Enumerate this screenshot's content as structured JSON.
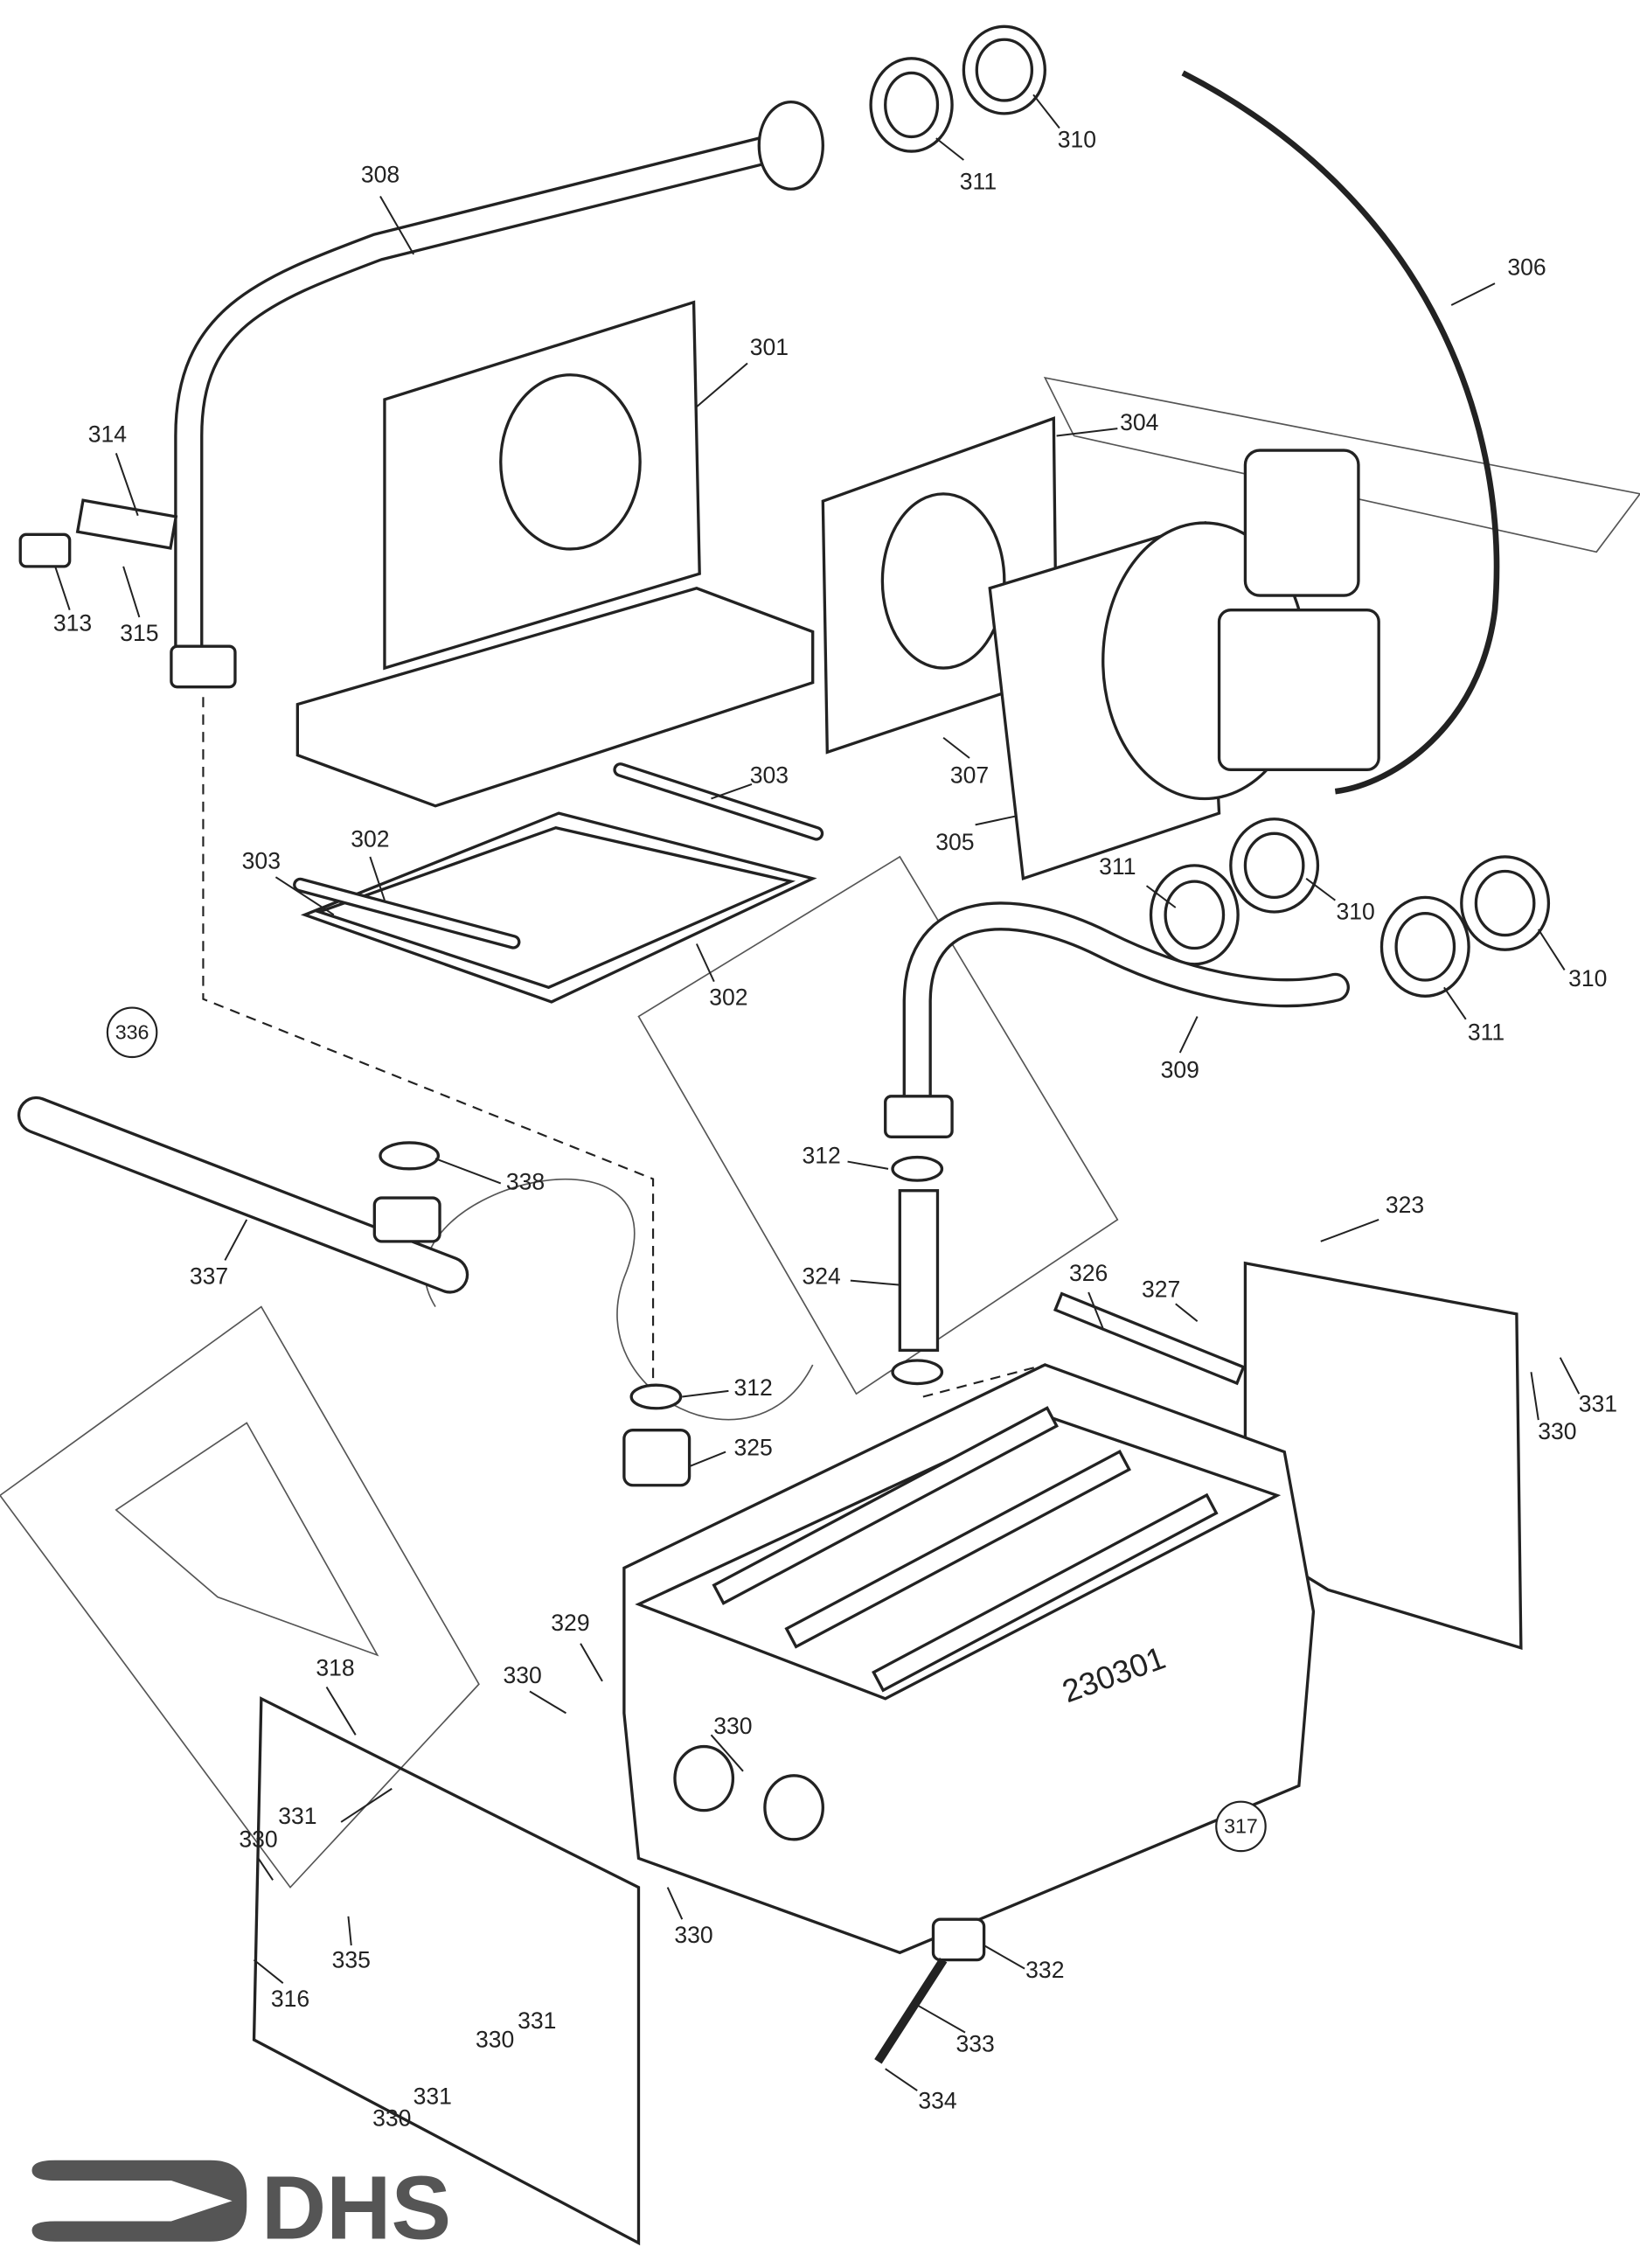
{
  "diagram": {
    "part_labels": {
      "p308": "308",
      "p311a": "311",
      "p310a": "310",
      "p306": "306",
      "p301": "301",
      "p314": "314",
      "p304": "304",
      "p313": "313",
      "p315": "315",
      "p303a": "303",
      "p307": "307",
      "p302a": "302",
      "p303b": "303",
      "p305": "305",
      "p311b": "311",
      "p310b": "310",
      "p310c": "310",
      "p302b": "302",
      "p311c": "311",
      "p309": "309",
      "p312a": "312",
      "p338": "338",
      "p337": "337",
      "p324": "324",
      "p323": "323",
      "p326": "326",
      "p327": "327",
      "p331a": "331",
      "p330a": "330",
      "p312b": "312",
      "p325": "325",
      "p329": "329",
      "p330b": "330",
      "p318": "318",
      "p330c": "330",
      "p331b": "331",
      "p330d": "330",
      "p335": "335",
      "p330e": "330",
      "p332": "332",
      "p316": "316",
      "p331c": "331",
      "p330f": "330",
      "p333": "333",
      "p331d": "331",
      "p330g": "330",
      "p334": "334"
    },
    "circled_labels": {
      "c336": "336",
      "c317": "317"
    },
    "stamp_text": "230301",
    "logo_text": "DHS"
  }
}
